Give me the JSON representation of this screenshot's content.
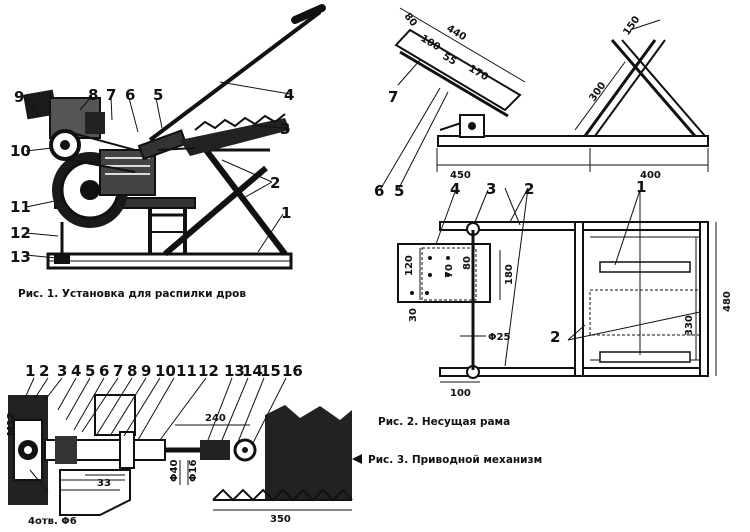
{
  "captions": {
    "fig1": "Рис. 1. Установка для распилки дров",
    "fig2": "Рис. 2. Несущая рама",
    "fig3": "Рис. 3. Приводной механизм"
  },
  "fig1_labels": [
    "1",
    "2",
    "3",
    "4",
    "5",
    "6",
    "7",
    "8",
    "9",
    "10",
    "11",
    "12",
    "13"
  ],
  "fig2_side_labels": [
    "7",
    "6",
    "5"
  ],
  "fig2_plan_labels": [
    "4",
    "3",
    "2",
    "1",
    "2"
  ],
  "fig2_dims": {
    "d440": "440",
    "d80": "80",
    "d100": "100",
    "d55": "55",
    "d170": "170",
    "d150": "150",
    "d300": "300",
    "d450": "450",
    "d400": "400",
    "d120": "120",
    "d70": "70",
    "d80b": "80",
    "d180": "180",
    "d30": "30",
    "d25": "Φ25",
    "d100b": "100",
    "d330": "330",
    "d480": "480"
  },
  "fig3_labels": [
    "1",
    "2",
    "3",
    "4",
    "5",
    "6",
    "7",
    "8",
    "9",
    "10",
    "11",
    "12",
    "13",
    "14",
    "15",
    "16"
  ],
  "fig3_dims": {
    "m12": "M12",
    "d240": "240",
    "d33": "33",
    "d40": "Φ40",
    "d16": "Φ16",
    "d350": "350",
    "holes": "4отв. Φ6"
  }
}
